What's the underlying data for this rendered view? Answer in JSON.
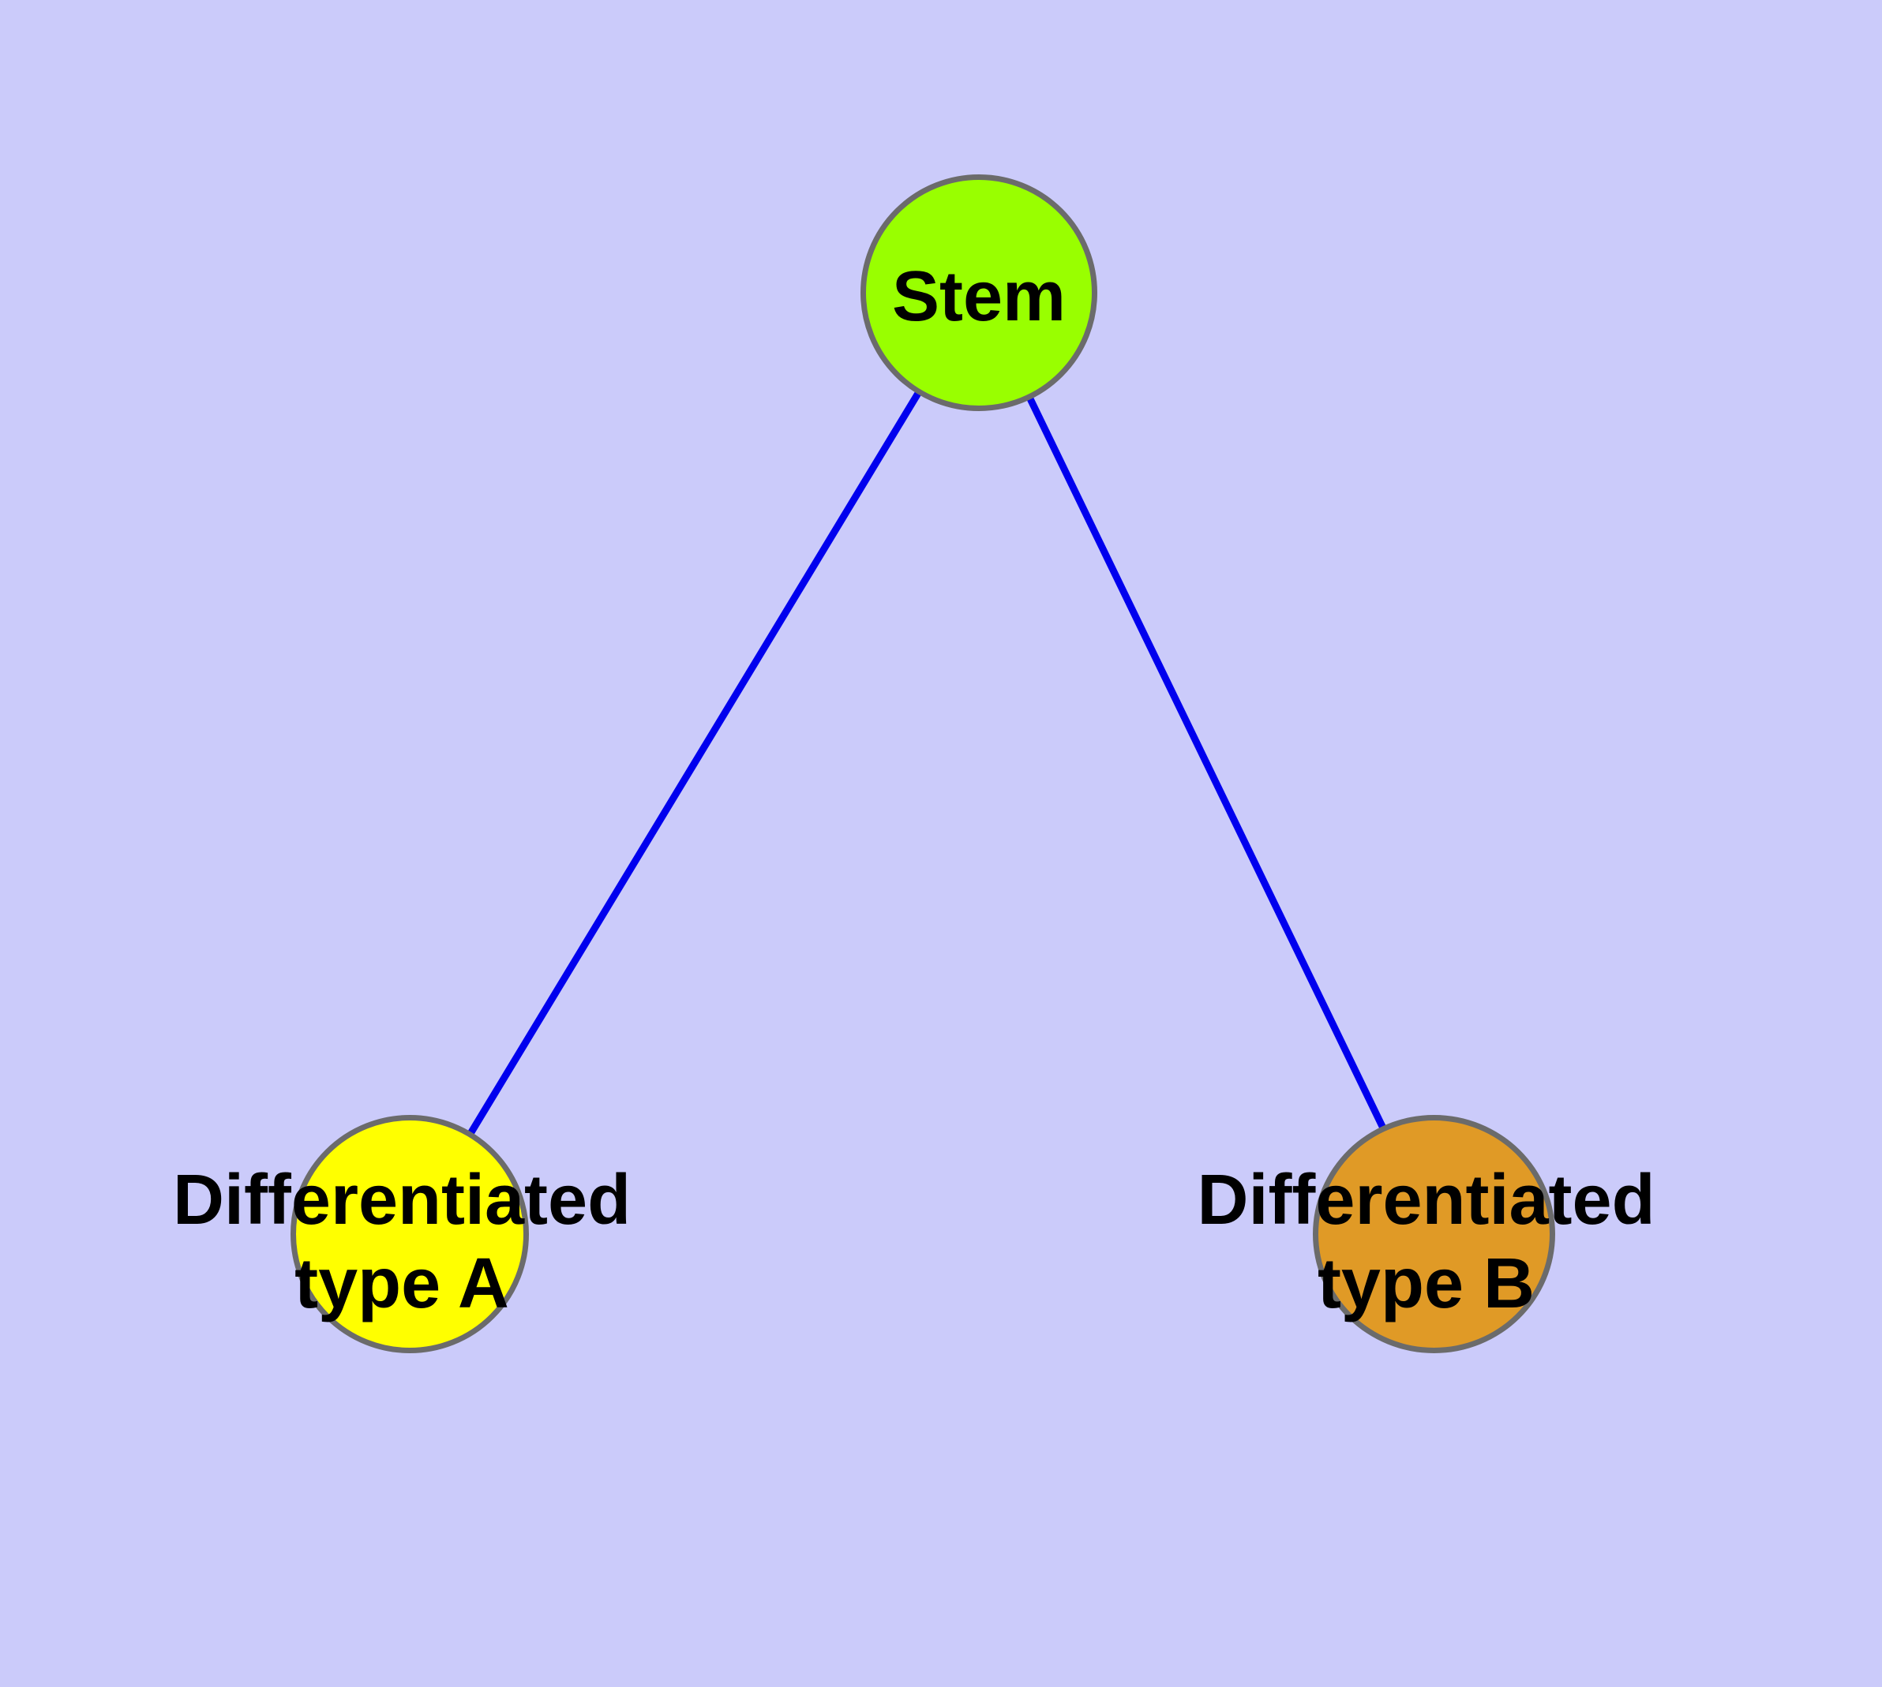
{
  "diagram": {
    "type": "graph",
    "background_color": "#CBCBFA",
    "edge_color": "#0000EE",
    "node_border_color": "#6B6B6B",
    "label_color": "#000000",
    "nodes": [
      {
        "id": "stem",
        "label": "Stem",
        "fill": "#99FF00"
      },
      {
        "id": "differentiated-type-a",
        "label": "Differentiated\ntype A",
        "fill": "#FFFF00"
      },
      {
        "id": "differentiated-type-b",
        "label": "Differentiated\ntype B",
        "fill": "#E09A26"
      }
    ],
    "edges": [
      {
        "from": "stem",
        "to": "differentiated-type-a"
      },
      {
        "from": "stem",
        "to": "differentiated-type-b"
      }
    ]
  }
}
